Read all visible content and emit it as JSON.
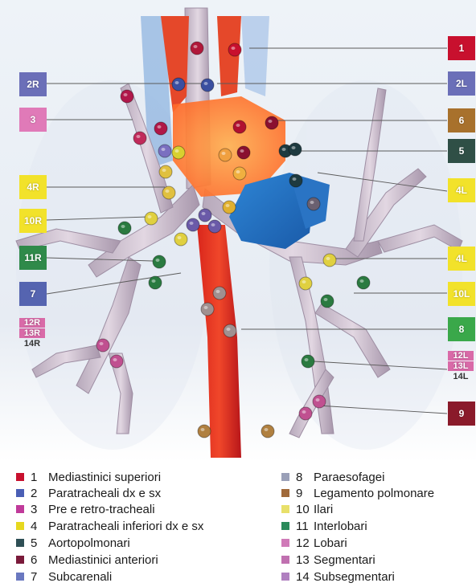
{
  "stations_left": [
    {
      "id": "2R",
      "color": "#6b6fb8"
    },
    {
      "id": "3",
      "color": "#e07ab8"
    },
    {
      "id": "4R",
      "color": "#f2e22a"
    },
    {
      "id": "10R",
      "color": "#f2e22a"
    },
    {
      "id": "11R",
      "color": "#2f8a4a"
    },
    {
      "id": "7",
      "color": "#5564b0"
    },
    {
      "id": "12R",
      "color": "#d96aa8"
    },
    {
      "id": "13R",
      "color": "#d96aa8"
    },
    {
      "id": "14R",
      "color": "#ffffff"
    }
  ],
  "stations_right": [
    {
      "id": "1",
      "color": "#c8102e"
    },
    {
      "id": "2L",
      "color": "#6b6fb8"
    },
    {
      "id": "6",
      "color": "#a8712c"
    },
    {
      "id": "5",
      "color": "#2f4f46"
    },
    {
      "id": "4L",
      "color": "#f2e22a"
    },
    {
      "id": "4L",
      "color": "#f2e22a"
    },
    {
      "id": "10L",
      "color": "#f2e22a"
    },
    {
      "id": "8",
      "color": "#3aa84a"
    },
    {
      "id": "12L",
      "color": "#d96aa8"
    },
    {
      "id": "13L",
      "color": "#d96aa8"
    },
    {
      "id": "14L",
      "color": "#ffffff"
    },
    {
      "id": "9",
      "color": "#8a1a2a"
    }
  ],
  "legend_left": [
    {
      "num": "1",
      "label": "Mediastinici superiori",
      "color": "#c8102e"
    },
    {
      "num": "2",
      "label": "Paratracheali dx e sx",
      "color": "#4a5fb5"
    },
    {
      "num": "3",
      "label": "Pre e retro-tracheali",
      "color": "#c03a9a"
    },
    {
      "num": "4",
      "label": "Paratracheali inferiori dx e sx",
      "color": "#e6d81e"
    },
    {
      "num": "5",
      "label": "Aortopolmonari",
      "color": "#2e4f55"
    },
    {
      "num": "6",
      "label": "Mediastinici anteriori",
      "color": "#7a1a3a"
    },
    {
      "num": "7",
      "label": "Subcarenali",
      "color": "#6a78c0"
    }
  ],
  "legend_right": [
    {
      "num": "8",
      "label": "Paraesofagei",
      "color": "#9aa0b8"
    },
    {
      "num": "9",
      "label": "Legamento polmonare",
      "color": "#a06a3a"
    },
    {
      "num": "10",
      "label": "Ilari",
      "color": "#e8e06a"
    },
    {
      "num": "11",
      "label": "Interlobari",
      "color": "#2a8a5a"
    },
    {
      "num": "12",
      "label": "Lobari",
      "color": "#d07ab8"
    },
    {
      "num": "13",
      "label": "Segmentari",
      "color": "#c070b0"
    },
    {
      "num": "14",
      "label": "Subsegmentari",
      "color": "#b080c0"
    }
  ]
}
